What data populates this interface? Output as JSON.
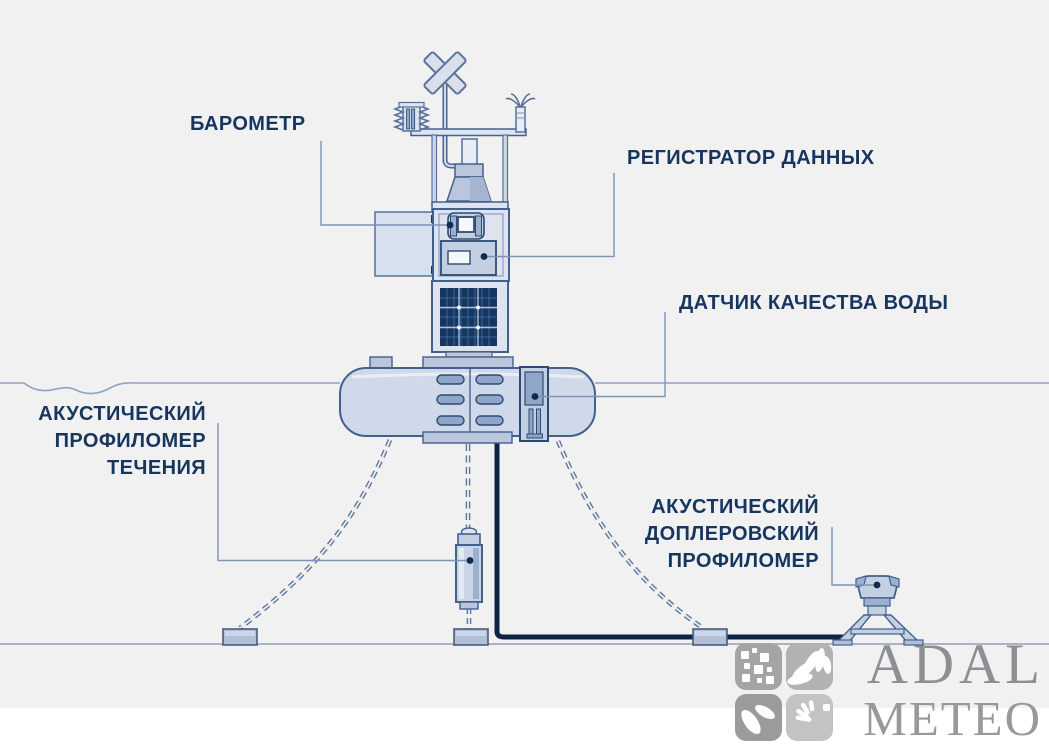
{
  "labels": {
    "barometer": {
      "text": "БАРОМЕТР"
    },
    "data_logger": {
      "text": "РЕГИСТРАТОР ДАННЫХ"
    },
    "water_quality": {
      "text": "ДАТЧИК КАЧЕСТВА ВОДЫ"
    },
    "current_profiler": {
      "lines": [
        "АКУСТИЧЕСКИЙ",
        "ПРОФИЛОМЕР",
        "ТЕЧЕНИЯ"
      ]
    },
    "adcp": {
      "lines": [
        "АКУСТИЧЕСКИЙ",
        "ДОПЛЕРОВСКИЙ",
        "ПРОФИЛОМЕР"
      ]
    }
  },
  "logo": {
    "brand_top": "ADAL",
    "brand_bottom": "METEO"
  },
  "colors": {
    "background": "#f1f1f2",
    "label_navy": "#16355f",
    "leader_line": "#7e93b6",
    "outline_steel": "#44608c",
    "fill_light": "#dde4f0",
    "fill_medium": "#c3cfe2",
    "fill_dark": "#8fa6c9",
    "solar_navy": "#16365e",
    "cable_navy": "#0d2445",
    "logo_gray": "#8d8f92"
  },
  "diagram_parts": {
    "anemometer_cross_icon": "x-shaped anemometer",
    "radiation_shield_icon": "finned temperature shield",
    "wind_sensor_icon": "pronged wind sensor",
    "vane_housing_icon": "funnel housing",
    "barometer_box_icon": "barometer enclosure",
    "data_logger_icon": "data logger panel",
    "solar_panel_icon": "solar panel",
    "buoy_hull_icon": "buoy hull",
    "water_quality_sensor_icon": "water quality sensor",
    "mooring_chain_icon": "mooring chain",
    "anchor_block_icon": "anchor block",
    "current_profiler_icon": "current profiler cylinder",
    "adcp_tripod_icon": "acoustic doppler profiler on tripod",
    "signal_cable_icon": "seabed signal cable",
    "waterline_icon": "water surface line",
    "seafloor_icon": "seafloor line"
  }
}
